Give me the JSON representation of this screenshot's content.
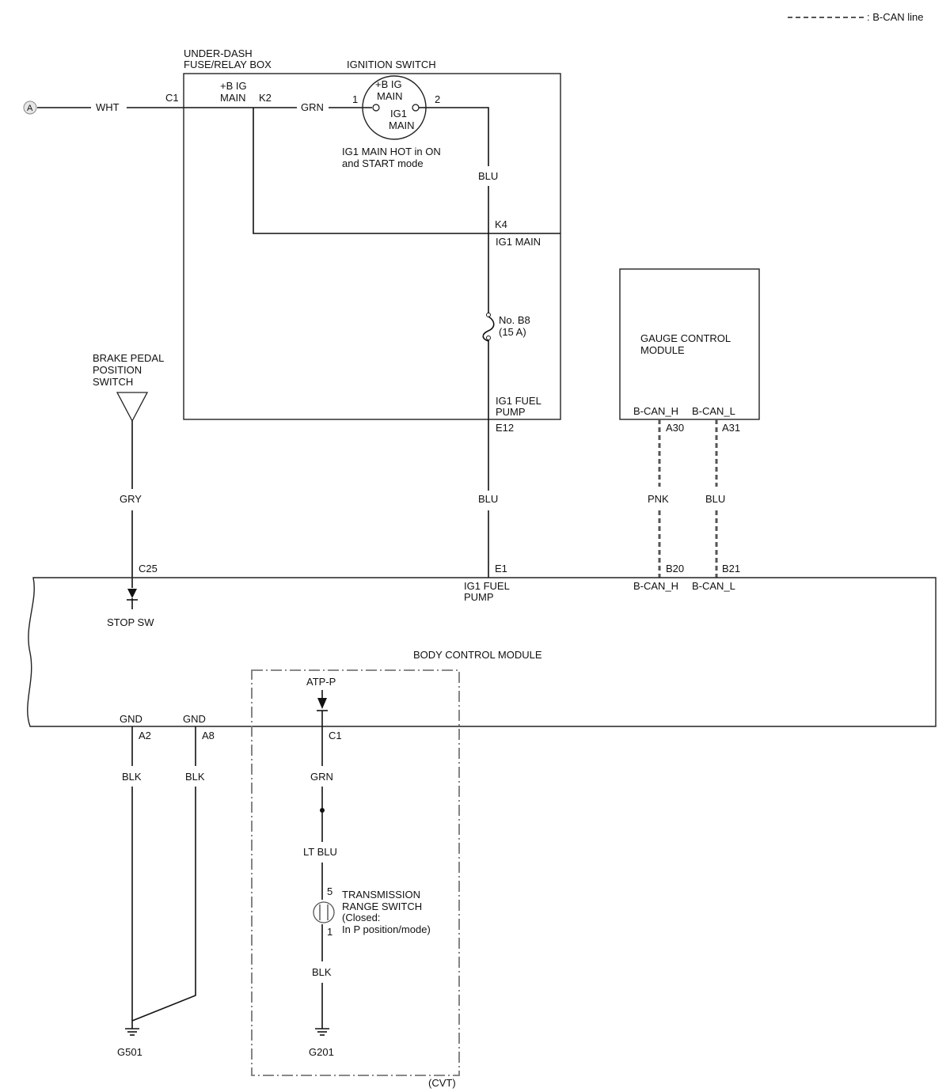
{
  "legend": {
    "line_label": ": B-CAN line"
  },
  "connector_a": {
    "label": "A"
  },
  "fuse_box": {
    "title_line1": "UNDER-DASH",
    "title_line2": "FUSE/RELAY BOX",
    "bus_line1": "+B IG",
    "bus_line2": "MAIN",
    "pin_c1": "C1",
    "pin_k2": "K2",
    "pin_k4": "K4",
    "ig1_main": "IG1 MAIN",
    "fuse_line1": "No. B8",
    "fuse_line2": "(15 A)",
    "ig1_fuel_line1": "IG1 FUEL",
    "ig1_fuel_line2": "PUMP",
    "pin_e12": "E12"
  },
  "ignition_switch": {
    "title": "IGNITION SWITCH",
    "in_line1": "+B IG",
    "in_line2": "MAIN",
    "out_line1": "IG1",
    "out_line2": "MAIN",
    "pin1": "1",
    "pin2": "2",
    "note_line1": "IG1 MAIN HOT in ON",
    "note_line2": "and START mode"
  },
  "wires": {
    "wht": "WHT",
    "grn_top": "GRN",
    "blu_top": "BLU",
    "blu_mid": "BLU",
    "gry": "GRY",
    "pnk": "PNK",
    "blu_can": "BLU",
    "blk_a2": "BLK",
    "blk_a8": "BLK",
    "grn_c1": "GRN",
    "lt_blu": "LT BLU",
    "blk_trs": "BLK"
  },
  "gauge_module": {
    "title_line1": "GAUGE CONTROL",
    "title_line2": "MODULE",
    "can_h": "B-CAN_H",
    "can_l": "B-CAN_L",
    "pin_a30": "A30",
    "pin_a31": "A31"
  },
  "brake_switch": {
    "title_line1": "BRAKE PEDAL",
    "title_line2": "POSITION",
    "title_line3": "SWITCH"
  },
  "bcm": {
    "title": "BODY CONTROL MODULE",
    "pin_c25": "C25",
    "stop_sw": "STOP SW",
    "pin_e1": "E1",
    "ig1_fuel_line1": "IG1 FUEL",
    "ig1_fuel_line2": "PUMP",
    "pin_b20": "B20",
    "pin_b21": "B21",
    "can_h": "B-CAN_H",
    "can_l": "B-CAN_L",
    "gnd1": "GND",
    "gnd2": "GND",
    "pin_a2": "A2",
    "pin_a8": "A8",
    "atp_p": "ATP-P",
    "pin_c1": "C1"
  },
  "trs": {
    "pin5": "5",
    "pin1": "1",
    "title_line1": "TRANSMISSION",
    "title_line2": "RANGE SWITCH",
    "title_line3": "(Closed:",
    "title_line4": "In P position/mode)"
  },
  "grounds": {
    "g501": "G501",
    "g201": "G201"
  },
  "cvt_group": {
    "label": "(CVT)"
  }
}
